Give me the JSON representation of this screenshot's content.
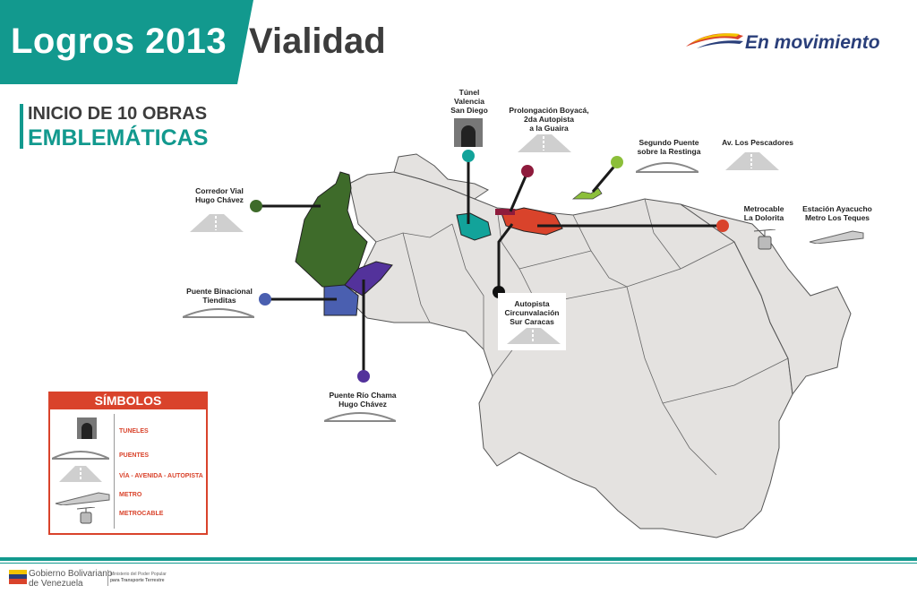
{
  "header": {
    "title_left": "Logros 2013",
    "title_right": "Vialidad",
    "brand": "En movimiento"
  },
  "subtitle": {
    "line1": "INICIO DE 10 OBRAS",
    "line2": "EMBLEMÁTICAS"
  },
  "projects": [
    {
      "label": "Corredor Vial\nHugo Chávez",
      "color": "#3e6b2a",
      "icon": "road-icon"
    },
    {
      "label": "Puente Binacional\nTienditas",
      "color": "#4a5fb0",
      "icon": "bridge-icon"
    },
    {
      "label": "Puente Río Chama\nHugo Chávez",
      "color": "#53329b",
      "icon": "bridge-icon"
    },
    {
      "label": "Túnel\nValencia\nSan Diego",
      "color": "#12a39a",
      "icon": "tunnel-icon"
    },
    {
      "label": "Prolongación Boyacá,\n2da Autopista\na la Guaira",
      "color": "#8e1b3c",
      "icon": "road-icon"
    },
    {
      "label": "Segundo Puente\nsobre la Restinga",
      "color": "#8cbf3a",
      "icon": "bridge-icon"
    },
    {
      "label": "Av. Los Pescadores",
      "color": "#8cbf3a",
      "icon": "road-icon"
    },
    {
      "label": "Metrocable\nLa Dolorita",
      "color": "#d9432b",
      "icon": "cablecar-icon"
    },
    {
      "label": "Estación Ayacucho\nMetro Los Teques",
      "color": "#d9432b",
      "icon": "metro-icon"
    },
    {
      "label": "Autopista\nCircunvalación\nSur Caracas",
      "color": "#111111",
      "icon": "road-icon"
    }
  ],
  "legend": {
    "title": "SÍMBOLOS",
    "items": [
      "TUNELES",
      "PUENTES",
      "VÍA - AVENIDA - AUTOPISTA",
      "METRO",
      "METROCABLE"
    ]
  },
  "footer": {
    "gob_line1": "Gobierno Bolivariano",
    "gob_line2": "de Venezuela",
    "ministry_line1": "Ministerio del Poder Popular",
    "ministry_line2": "para Transporte Terrestre"
  },
  "colors": {
    "accent": "#12998e",
    "legend": "#d9432b",
    "map_fill": "#e4e2e0",
    "brand": "#2a3f7a"
  }
}
